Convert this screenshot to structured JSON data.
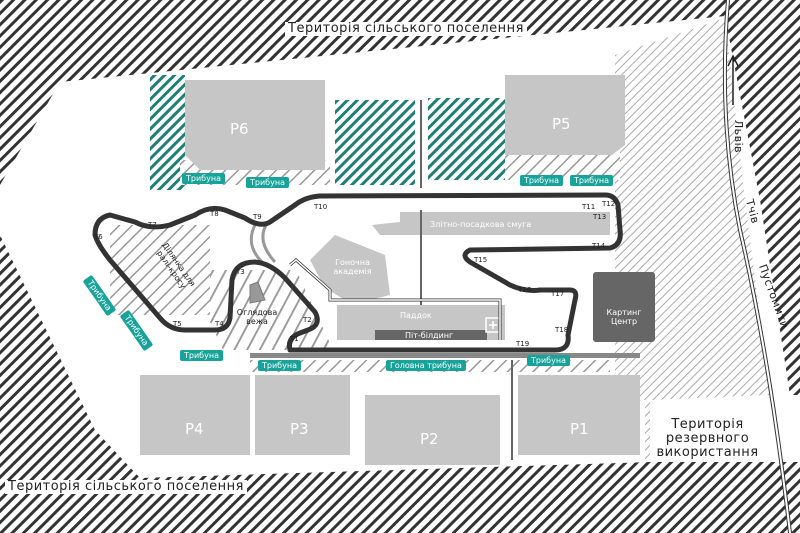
{
  "territories": {
    "top": "Територія сільського поселення",
    "bottom": "Територія сільського поселення",
    "reserve": "Територія резервного використання"
  },
  "roads": {
    "lviv": "Львів",
    "middle": "Тчів",
    "pustomyty": "Пустомити"
  },
  "parking": [
    {
      "id": "p6",
      "label": "P6"
    },
    {
      "id": "p5",
      "label": "P5"
    },
    {
      "id": "p4",
      "label": "P4"
    },
    {
      "id": "p3",
      "label": "P3"
    },
    {
      "id": "p2",
      "label": "P2"
    },
    {
      "id": "p1",
      "label": "P1"
    }
  ],
  "stands": {
    "label": "Трибуна",
    "main": "Головна трибуна"
  },
  "zones": {
    "runway": "Злітно-посадкова смуга",
    "academy": "Гоночна академія",
    "paddock": "Паддок",
    "pit": "Піт-білдинг",
    "karting": "Картинг Центр",
    "rally": "Ділянка для ралі-кросу",
    "tower": "Оглядова вежа"
  },
  "turns": [
    "T1",
    "T2",
    "T3",
    "T4",
    "T5",
    "T6",
    "T7",
    "T8",
    "T9",
    "T10",
    "T11",
    "T12",
    "T13",
    "T14",
    "T15",
    "T16",
    "T17",
    "T18",
    "T19"
  ],
  "colors": {
    "teal": "#17a39a",
    "track": "#333333",
    "zone": "#c6c6c6",
    "dark": "#666666"
  }
}
